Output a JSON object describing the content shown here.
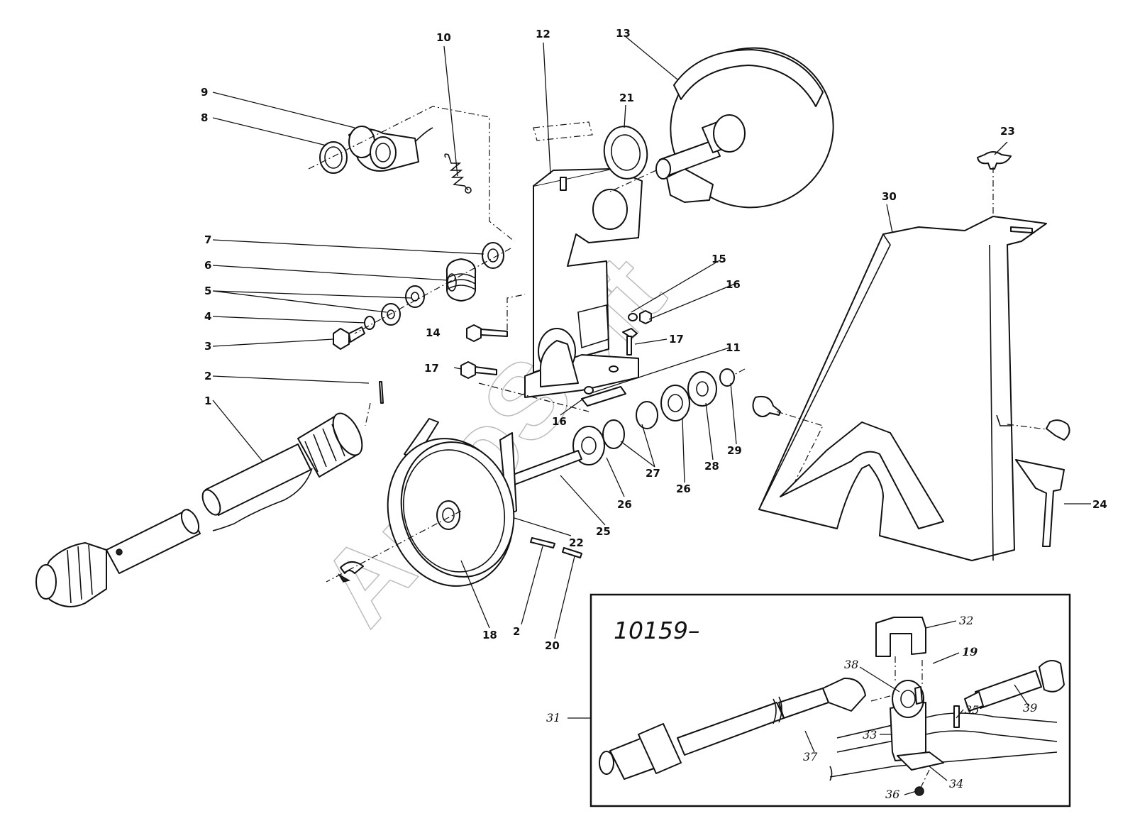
{
  "watermark": "AutoSoft",
  "inset": {
    "title": "10159–"
  },
  "callouts": {
    "n1": "1",
    "n2a": "2",
    "n2b": "2",
    "n3": "3",
    "n4": "4",
    "n5": "5",
    "n6": "6",
    "n7": "7",
    "n8": "8",
    "n9": "9",
    "n10": "10",
    "n11": "11",
    "n12": "12",
    "n13": "13",
    "n14": "14",
    "n15": "15",
    "n16a": "16",
    "n16b": "16",
    "n17a": "17",
    "n17b": "17",
    "n18": "18",
    "n20": "20",
    "n21": "21",
    "n22": "22",
    "n23": "23",
    "n24": "24",
    "n25": "25",
    "n26a": "26",
    "n26b": "26",
    "n27": "27",
    "n28": "28",
    "n29": "29",
    "n30": "30",
    "n31": "31",
    "n32": "32",
    "n19": "19",
    "n33": "33",
    "n34": "34",
    "n35": "35",
    "n36": "36",
    "n37": "37",
    "n38": "38",
    "n39": "39"
  }
}
